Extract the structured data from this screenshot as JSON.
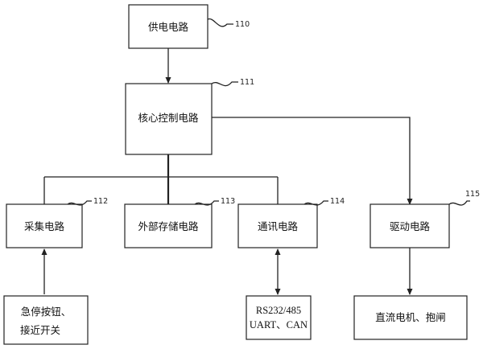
{
  "blocks": {
    "power": {
      "label": "供电电路",
      "ref": "110"
    },
    "core": {
      "label": "核心控制电路",
      "ref": "111"
    },
    "acquisition": {
      "label": "采集电路",
      "ref": "112"
    },
    "storage": {
      "label": "外部存储电路",
      "ref": "113"
    },
    "comm": {
      "label": "通讯电路",
      "ref": "114"
    },
    "drive": {
      "label": "驱动电路",
      "ref": "115"
    },
    "inputs": {
      "line1": "急停按钮、",
      "line2": "接近开关"
    },
    "interfaces": {
      "line1": "RS232/485",
      "line2": "UART、CAN"
    },
    "actuators": {
      "label": "直流电机、抱闸"
    }
  }
}
